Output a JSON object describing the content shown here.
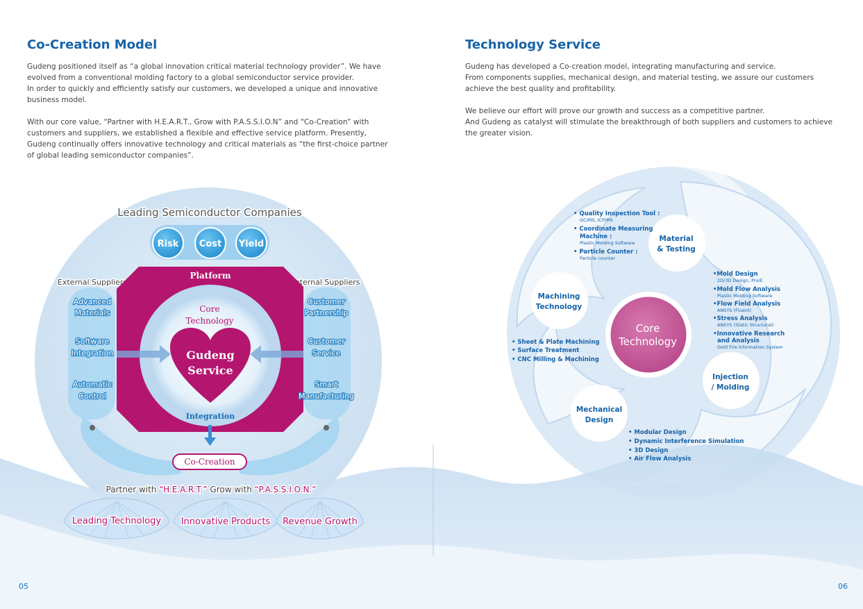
{
  "left": {
    "title": "Co-Creation Model",
    "paragraph1": [
      "Gudeng positioned itself as “a global innovation critical material technology provider”. We have",
      "evolved from a conventional molding factory to a global semiconductor service provider.",
      "In order to quickly and efficiently satisfy our customers, we developed a unique and innovative",
      "business model."
    ],
    "paragraph2": [
      "With our core value, “Partner with H.E.A.R.T., Grow with P.A.S.S.I.O.N” and “Co-Creation” with",
      "customers and suppliers, we established a flexible and effective service platform. Presently,",
      "Gudeng continually offers innovative technology and critical materials as “the first-choice partner",
      "of global leading semiconductor companies”."
    ],
    "page_number": "05"
  },
  "right": {
    "title": "Technology Service",
    "paragraph1": [
      "Gudeng has developed a Co-creation model, integrating manufacturing and service.",
      "From components supplies, mechanical design, and material testing, we assure our customers",
      "achieve the best quality and profitability."
    ],
    "paragraph2": [
      "We believe our effort will prove our growth and success as a competitive partner.",
      "And Gudeng as catalyst will stimulate the breakthrough of both suppliers and customers to achieve",
      "the greater vision."
    ],
    "page_number": "06"
  },
  "co_creation_diagram": {
    "top_title": "Leading Semiconductor Companies",
    "top_circles": [
      "Risk",
      "Cost",
      "Yield"
    ],
    "external_title": "External Suppliers",
    "external_items": [
      [
        "Advanced",
        "Materials"
      ],
      [
        "Software",
        "Integration"
      ],
      [
        "Automatic",
        "Control"
      ]
    ],
    "internal_title": "Internal Suppliers",
    "internal_items": [
      [
        "Customer",
        "Partnership"
      ],
      [
        "Customer",
        "Service"
      ],
      [
        "Smart",
        "Manufacturing"
      ]
    ],
    "platform": "Platform",
    "core": [
      "Core",
      "Technology"
    ],
    "heart": [
      "Gudeng",
      "Service"
    ],
    "integration": "Integration",
    "co_creation": "Co-Creation",
    "motto_a": "Partner with ",
    "motto_b": "“H.E.A.R.T.”",
    "motto_c": " Grow with ",
    "motto_d": "“P.A.S.S.I.O.N.”",
    "shells": [
      "Leading Technology",
      "Innovative Products",
      "Revenue Growth"
    ],
    "colors": {
      "platform": "#b4156e",
      "blue": "#3aa5e3",
      "sky": "#d3e6f5",
      "heart": "#b4156e"
    }
  },
  "technology_diagram": {
    "core": [
      "Core",
      "Technology"
    ],
    "material": {
      "label": [
        "Material",
        "& Testing"
      ],
      "bullets": [
        {
          "title": "Quality Inspection Tool :",
          "sub": "GC/MS, ICP/MS"
        },
        {
          "title": "Coordinate Measuring",
          "title2": "Machine :",
          "sub": "Plastic Molding Software"
        },
        {
          "title": "Particle Counter :",
          "sub": "Particle counter"
        }
      ]
    },
    "machining": {
      "label": [
        "Machining",
        "Technology"
      ],
      "bullets": [
        "Sheet & Plate Machining",
        "Surface Treatment",
        "CNC Milling & Machining"
      ]
    },
    "injection": {
      "label": [
        "Injection",
        "/ Molding"
      ],
      "bullets": [
        {
          "title": "Mold Design",
          "sub": "2D/3D Design, Pro/E"
        },
        {
          "title": "Mold Flow Analysis",
          "sub": "Plastic Molding Software"
        },
        {
          "title": "Flow Field Analysis",
          "sub": "ANSYS (Fluent)"
        },
        {
          "title": "Stress Analysis",
          "sub": "ANSYS (Static Structural)"
        },
        {
          "title": "Innovative Research",
          "title2": "and Analysis",
          "sub": "Gold Fire Information System"
        }
      ]
    },
    "mechanical": {
      "label": [
        "Mechanical",
        "Design"
      ],
      "bullets": [
        "Modular Design",
        "Dynamic Interference Simulation",
        "3D Design",
        "Air Flow Analysis"
      ]
    },
    "colors": {
      "core": "#c7579c",
      "text": "#1763a8"
    }
  }
}
